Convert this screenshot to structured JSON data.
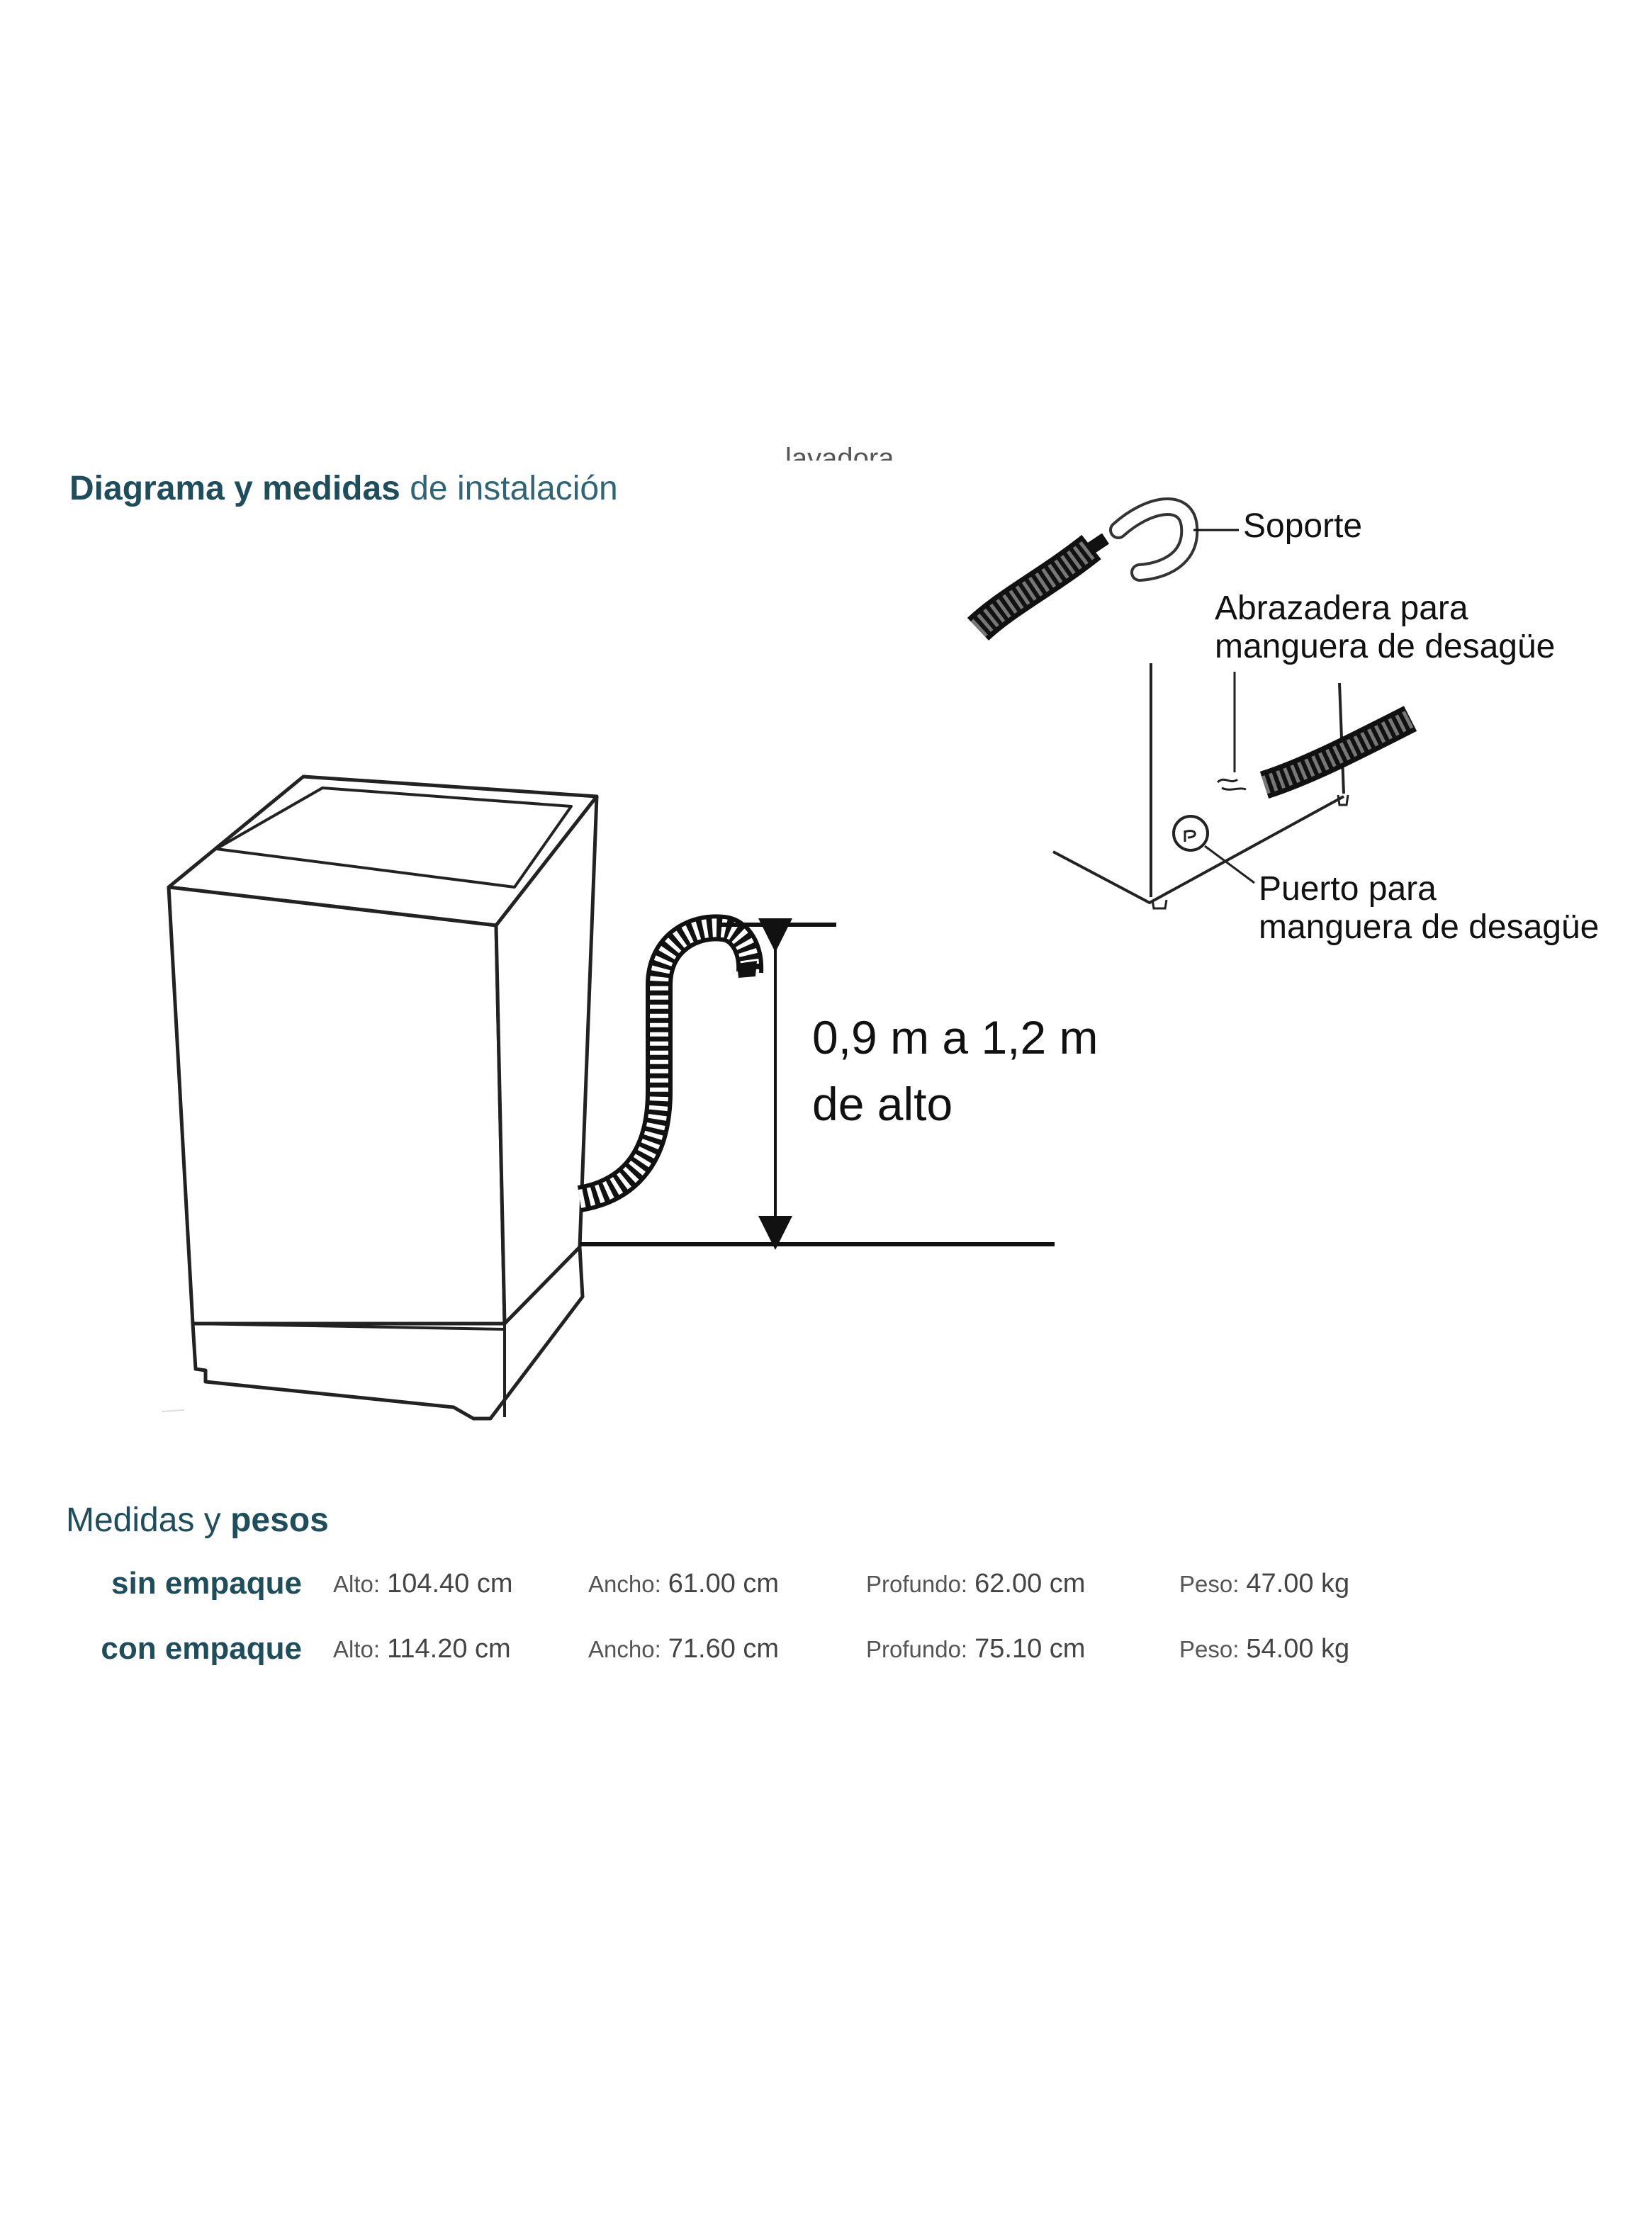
{
  "header": {
    "title_bold": "Diagrama y medidas",
    "title_light": "de instalación",
    "cut_text": "lavadora."
  },
  "diagram": {
    "height_line1": "0,9 m a 1,2 m",
    "height_line2": "de alto",
    "label_soporte": "Soporte",
    "label_abrazadera_1": "Abrazadera para",
    "label_abrazadera_2": "manguera de desagüe",
    "label_puerto_1": "Puerto para",
    "label_puerto_2": "manguera de desagüe"
  },
  "specs": {
    "title_light": "Medidas y",
    "title_bold": "pesos",
    "rows": [
      {
        "label": "sin empaque",
        "alto_k": "Alto:",
        "alto_v": "104.40 cm",
        "ancho_k": "Ancho:",
        "ancho_v": "61.00 cm",
        "prof_k": "Profundo:",
        "prof_v": "62.00 cm",
        "peso_k": "Peso:",
        "peso_v": "47.00 kg"
      },
      {
        "label": "con empaque",
        "alto_k": "Alto:",
        "alto_v": "114.20 cm",
        "ancho_k": "Ancho:",
        "ancho_v": "71.60 cm",
        "prof_k": "Profundo:",
        "prof_v": "75.10 cm",
        "peso_k": "Peso:",
        "peso_v": "54.00 kg"
      }
    ]
  },
  "colors": {
    "heading": "#1e4d5c",
    "line": "#111111"
  }
}
